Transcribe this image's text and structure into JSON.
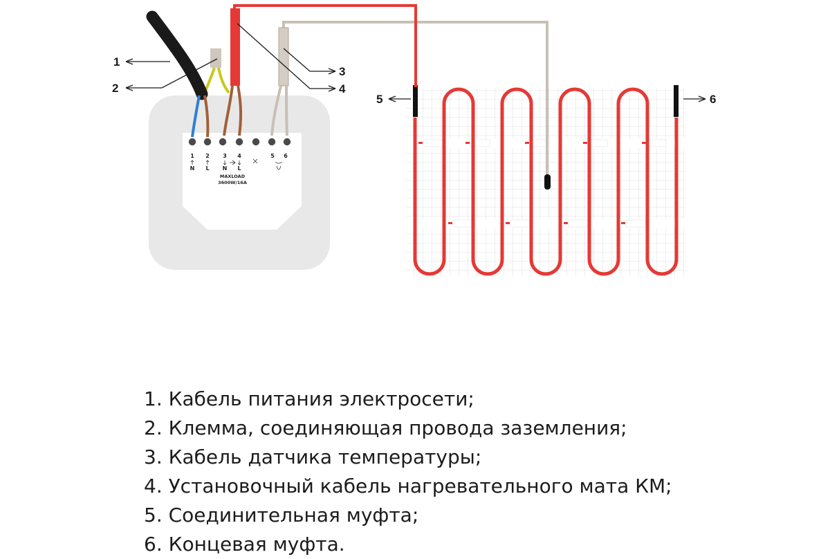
{
  "diagram": {
    "callouts": [
      "1",
      "2",
      "3",
      "4",
      "5",
      "6"
    ],
    "terminal_numbers": [
      "1",
      "2",
      "3",
      "4",
      "5",
      "6"
    ],
    "terminal_letters": [
      "N",
      "L",
      "N",
      "L"
    ],
    "maxload_line1": "MAXLOAD",
    "maxload_line2": "3600W/16A"
  },
  "legend": [
    "1. Кабель питания электросети;",
    "2. Клемма, соединяющая провода заземления;",
    "3. Кабель датчика температуры;",
    "4. Установочный кабель нагревательного мата КМ;",
    "5. Соединительная муфта;",
    "6. Концевая муфта."
  ],
  "colors": {
    "heating_cable": "#e53935",
    "sensor_cable": "#c9bfb4",
    "power_cable": "#1a1a1a",
    "thermostat_frame": "#e8e8e8"
  }
}
